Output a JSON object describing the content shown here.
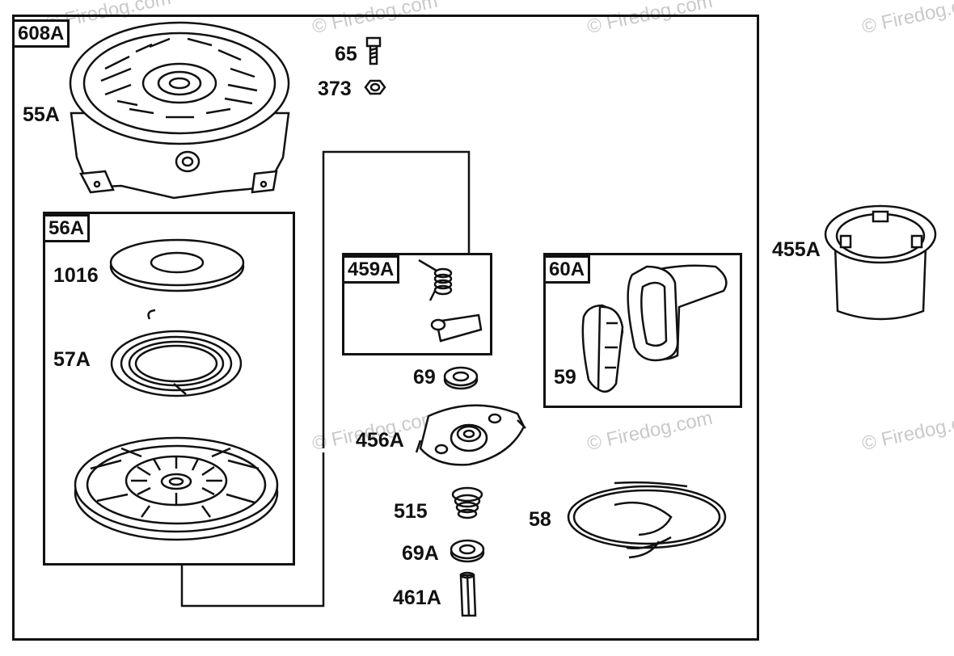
{
  "watermarks": [
    "© Firedog.com",
    "© Firedog.com",
    "© Firedog.com",
    "© Firedog.com",
    "© Firedog.com",
    "© Firedog.com",
    "© Firedog.com"
  ],
  "groups": {
    "outer": "608A",
    "spring_pulley": "56A",
    "pawl_kit": "459A",
    "handle_kit": "60A"
  },
  "parts": {
    "cover": "55A",
    "bolt": "65",
    "nut": "373",
    "washer_top": "1016",
    "spring": "57A",
    "washer_69": "69",
    "retainer": "456A",
    "spring_515": "515",
    "washer_69a": "69A",
    "pin": "461A",
    "rope": "58",
    "handle": "59",
    "cup": "455A"
  }
}
